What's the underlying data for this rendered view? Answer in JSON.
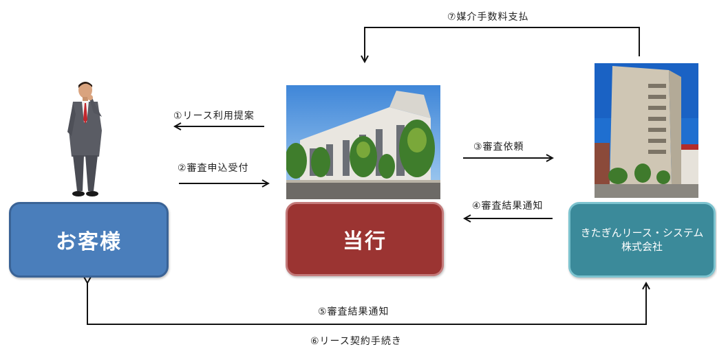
{
  "entities": {
    "customer": "お客様",
    "bank": "当行",
    "lease_company_line1": "きたぎんリース・システム",
    "lease_company_line2": "株式会社"
  },
  "steps": {
    "step1": "①リース利用提案",
    "step2": "②審査申込受付",
    "step3": "③審査依頼",
    "step4": "④審査結果通知",
    "step5": "⑤審査結果通知",
    "step6": "⑥リース契約手続き",
    "step7": "⑦媒介手数料支払"
  },
  "colors": {
    "customer_box": "#4a7ebb",
    "bank_box": "#9b3432",
    "lease_box": "#3b8a9a",
    "arrow": "#111111"
  },
  "icons": {
    "customer_figure": "businessman-icon",
    "bank_photo": "bank-building-photo",
    "lease_photo": "office-building-photo"
  }
}
